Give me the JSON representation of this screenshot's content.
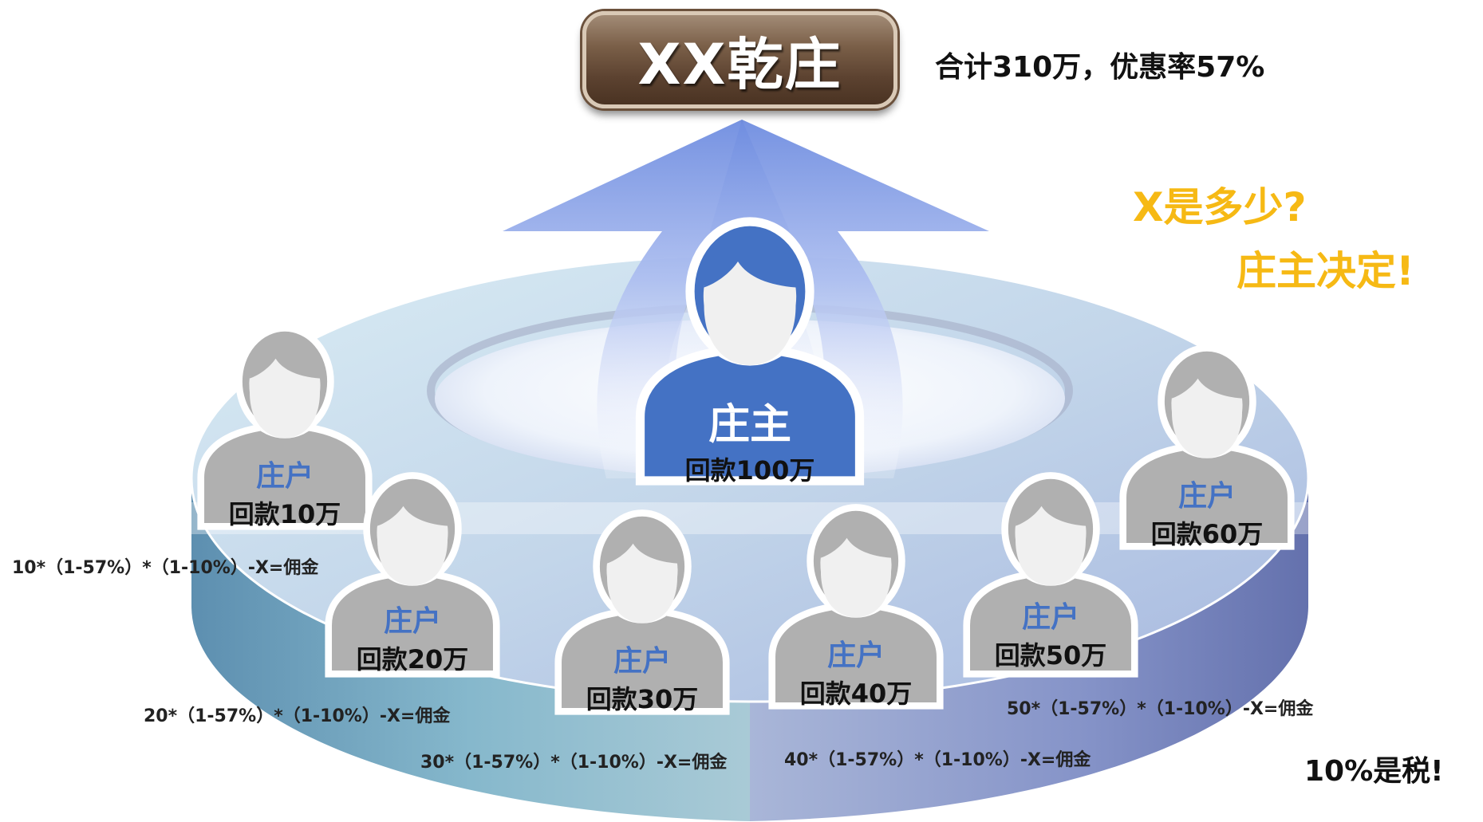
{
  "title": "XX乾庄",
  "summary": "合计310万，优惠率57%",
  "question": {
    "line1": "X是多少?",
    "line2": "庄主决定!"
  },
  "tax_note": "10%是税!",
  "boss": {
    "role": "庄主",
    "amount": "回款100万"
  },
  "members": [
    {
      "role": "庄户",
      "amount": "回款10万"
    },
    {
      "role": "庄户",
      "amount": "回款20万"
    },
    {
      "role": "庄户",
      "amount": "回款30万"
    },
    {
      "role": "庄户",
      "amount": "回款40万"
    },
    {
      "role": "庄户",
      "amount": "回款50万"
    },
    {
      "role": "庄户",
      "amount": "回款60万"
    }
  ],
  "formulas": [
    "10*（1-57%）*（1-10%）-X=佣金",
    "20*（1-57%）*（1-10%）-X=佣金",
    "30*（1-57%）*（1-10%）-X=佣金",
    "40*（1-57%）*（1-10%）-X=佣金",
    "50*（1-57%）*（1-10%）-X=佣金"
  ],
  "colors": {
    "boss": "#4472c4",
    "member": "#b0b0b0",
    "question": "#f6b914",
    "role_text": "#4472c4"
  }
}
